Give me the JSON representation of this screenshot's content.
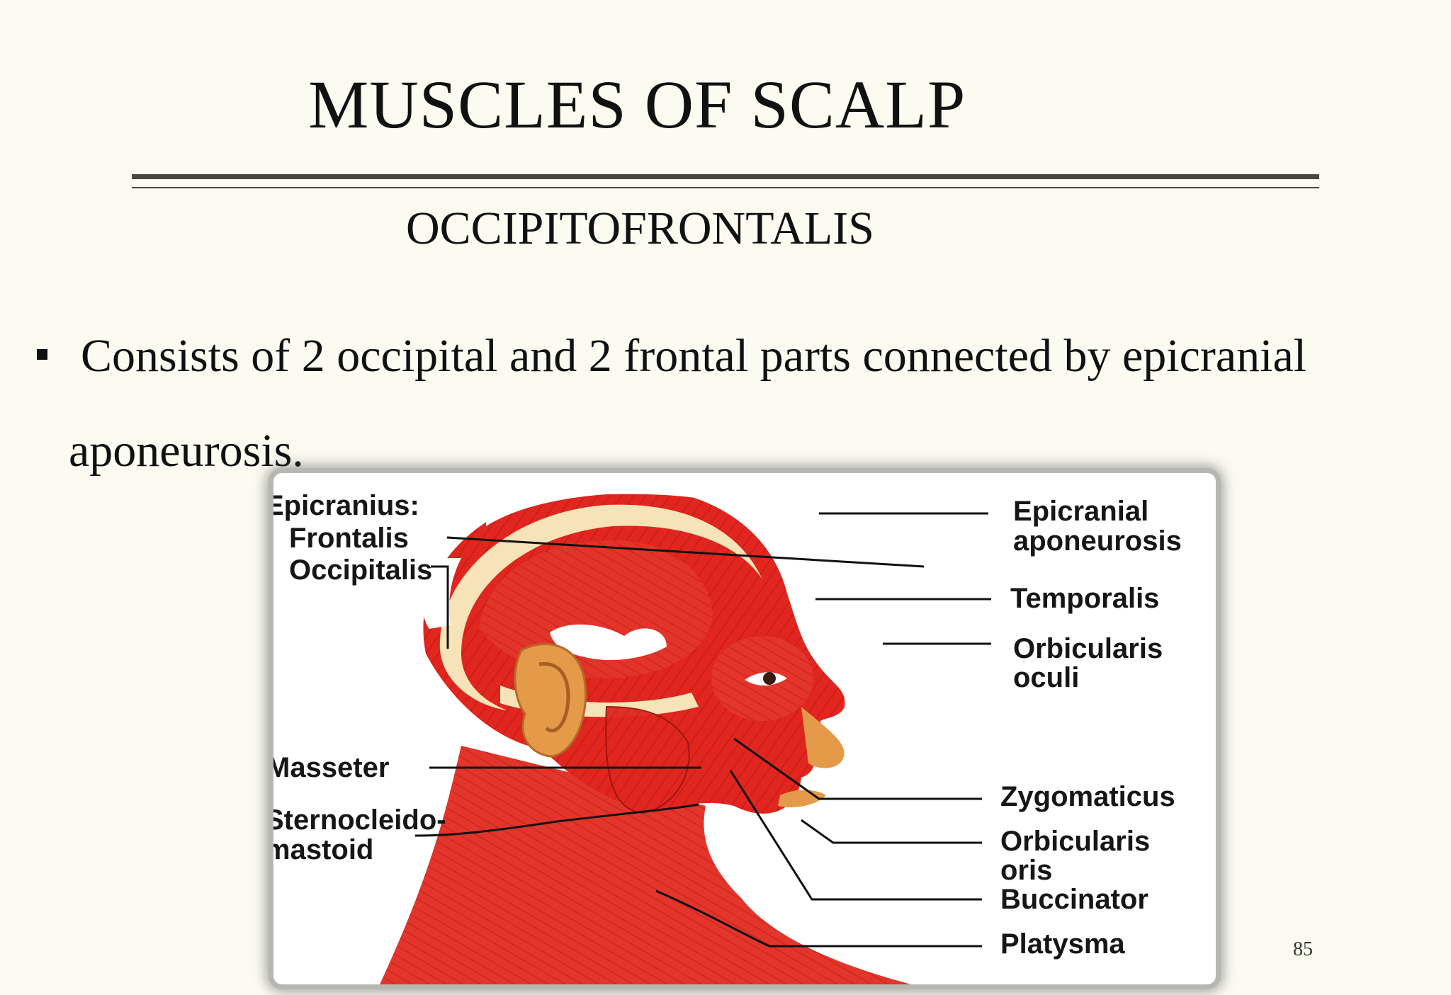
{
  "slide": {
    "title": "MUSCLES OF SCALP",
    "subtitle": "OCCIPITOFRONTALIS",
    "bullet_line1": "Consists of 2 occipital and 2 frontal parts  connected by epicranial",
    "bullet_line2": "aponeurosis.",
    "page_number": "85"
  },
  "figure": {
    "labels": {
      "epicranius": "Epicranius:",
      "frontalis": "Frontalis",
      "occipitalis": "Occipitalis",
      "masseter": "Masseter",
      "sternocleido_1": "Sternocleido-",
      "sternocleido_2": "mastoid",
      "epicranial_1": "Epicranial",
      "epicranial_2": "aponeurosis",
      "temporalis": "Temporalis",
      "orbicularis_oculi_1": "Orbicularis",
      "orbicularis_oculi_2": "oculi",
      "zygomaticus": "Zygomaticus",
      "orbicularis_oris_1": "Orbicularis",
      "orbicularis_oris_2": "oris",
      "buccinator": "Buccinator",
      "platysma": "Platysma"
    },
    "colors": {
      "muscle": "#e0261e",
      "aponeurosis": "#f6e3b8",
      "ear": "#e59a4a"
    }
  }
}
